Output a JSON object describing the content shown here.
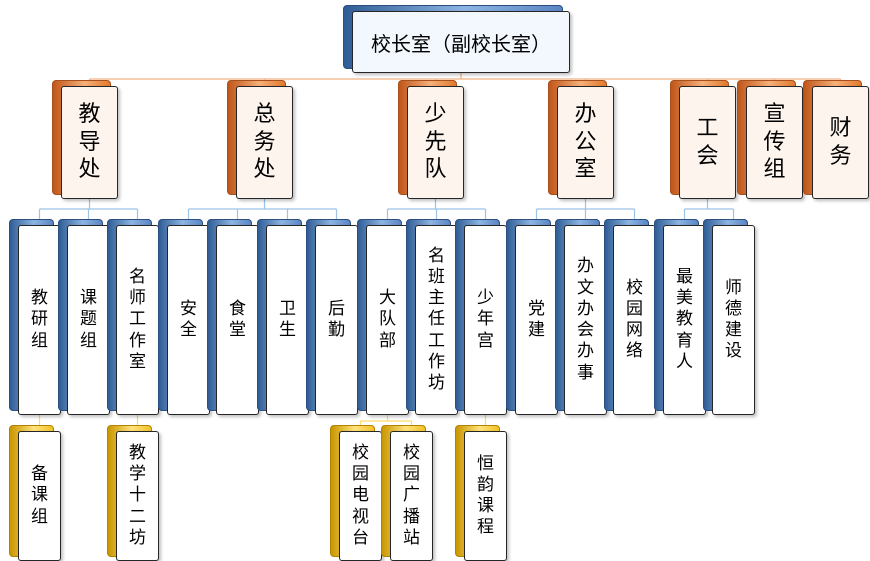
{
  "root": {
    "id": "root",
    "label": "校长室（副校长室）",
    "theme": "blue"
  },
  "departments": [
    {
      "id": "dept-jiaodao",
      "label": "教导处",
      "theme": "orange"
    },
    {
      "id": "dept-zongwu",
      "label": "总务处",
      "theme": "orange"
    },
    {
      "id": "dept-shaoxiandui",
      "label": "少先队",
      "theme": "orange"
    },
    {
      "id": "dept-bangongshi",
      "label": "办公室",
      "theme": "orange"
    },
    {
      "id": "dept-gonghui",
      "label": "工会",
      "theme": "orange"
    },
    {
      "id": "dept-xuanchuan",
      "label": "宣传组",
      "theme": "orange"
    },
    {
      "id": "dept-caiwu",
      "label": "财务",
      "theme": "orange"
    }
  ],
  "units": [
    {
      "id": "unit-jiaoyan",
      "label": "教研组",
      "parent": "dept-jiaodao",
      "theme": "blue"
    },
    {
      "id": "unit-keti",
      "label": "课题组",
      "parent": "dept-jiaodao",
      "theme": "blue"
    },
    {
      "id": "unit-mingshi",
      "label": "名师工作室",
      "parent": "dept-jiaodao",
      "theme": "blue"
    },
    {
      "id": "unit-anquan",
      "label": "安全",
      "parent": "dept-zongwu",
      "theme": "blue"
    },
    {
      "id": "unit-shitang",
      "label": "食堂",
      "parent": "dept-zongwu",
      "theme": "blue"
    },
    {
      "id": "unit-weisheng",
      "label": "卫生",
      "parent": "dept-zongwu",
      "theme": "blue"
    },
    {
      "id": "unit-houqin",
      "label": "后勤",
      "parent": "dept-zongwu",
      "theme": "blue"
    },
    {
      "id": "unit-dadui",
      "label": "大队部",
      "parent": "dept-shaoxiandui",
      "theme": "blue"
    },
    {
      "id": "unit-mingban",
      "label": "名班主任工作坊",
      "parent": "dept-shaoxiandui",
      "theme": "blue"
    },
    {
      "id": "unit-shaonian",
      "label": "少年宫",
      "parent": "dept-shaoxiandui",
      "theme": "blue"
    },
    {
      "id": "unit-dangjian",
      "label": "党建",
      "parent": "dept-bangongshi",
      "theme": "blue"
    },
    {
      "id": "unit-banwen",
      "label": "办文办会办事",
      "parent": "dept-bangongshi",
      "theme": "blue"
    },
    {
      "id": "unit-wangluo",
      "label": "校园网络",
      "parent": "dept-bangongshi",
      "theme": "blue"
    },
    {
      "id": "unit-zuimei",
      "label": "最美教育人",
      "parent": "dept-gonghui",
      "theme": "blue"
    },
    {
      "id": "unit-shide",
      "label": "师德建设",
      "parent": "dept-gonghui",
      "theme": "blue"
    }
  ],
  "subunits": [
    {
      "id": "sub-beike",
      "label": "备课组",
      "parent": "unit-jiaoyan",
      "theme": "yellow"
    },
    {
      "id": "sub-jiaoxue",
      "label": "教学十二坊",
      "parent": "unit-mingshi",
      "theme": "yellow"
    },
    {
      "id": "sub-dianshi",
      "label": "校园电视台",
      "parent": "unit-dadui",
      "theme": "yellow"
    },
    {
      "id": "sub-guangbo",
      "label": "校园广播站",
      "parent": "unit-dadui",
      "theme": "yellow"
    },
    {
      "id": "sub-hengyun",
      "label": "恒韵课程",
      "parent": "unit-shaonian",
      "theme": "yellow"
    }
  ],
  "colors": {
    "connector_orange": "#f4b183",
    "connector_blue": "#9dc3e6",
    "connector_yellow": "#ffd966"
  }
}
